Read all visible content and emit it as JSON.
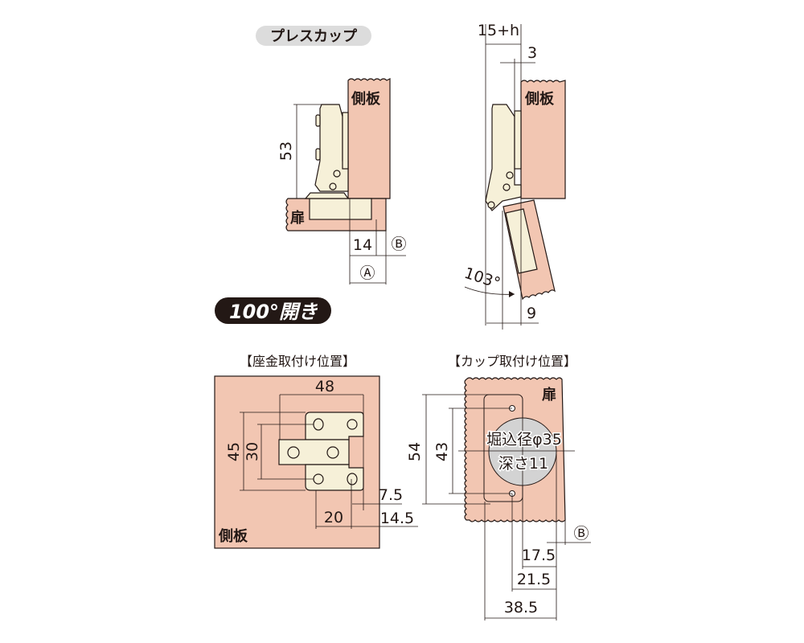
{
  "top_left": {
    "title": "プレスカップ",
    "side_panel": "側板",
    "door": "扉",
    "dim_height": "53",
    "dim_overlay": "14",
    "marker_b": "Ⓑ",
    "marker_a": "Ⓐ"
  },
  "badge": "100°開き",
  "top_right": {
    "side_panel": "側板",
    "dim_width": "15+h",
    "dim_gap": "3",
    "dim_angle": "103°",
    "dim_bottom": "9"
  },
  "bottom_left": {
    "header": "【座金取付け位置】",
    "side_panel": "側板",
    "dim_48": "48",
    "dim_45": "45",
    "dim_30": "30",
    "dim_7_5": "7.5",
    "dim_14_5": "14.5",
    "dim_20": "20"
  },
  "bottom_right": {
    "header": "【カップ取付け位置】",
    "door": "扉",
    "bore_label": "堀込径φ35",
    "depth_label": "深さ11",
    "dim_54": "54",
    "dim_43": "43",
    "marker_b": "Ⓑ",
    "dim_17_5": "17.5",
    "dim_21_5": "21.5",
    "dim_38_5": "38.5"
  },
  "colors": {
    "wood": "#f2c6b2",
    "metal": "#f6f0d8",
    "cup": "#d3d3d3",
    "ink": "#231815"
  }
}
